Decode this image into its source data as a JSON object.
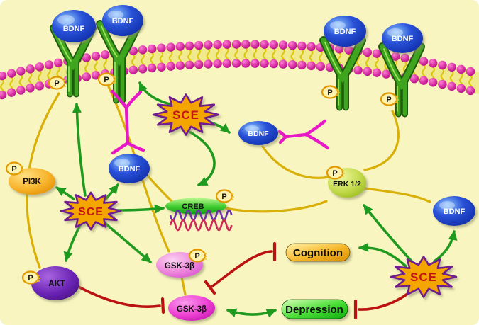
{
  "figure": {
    "kind": "cell-signaling pathway diagram",
    "background_color": "#f8f5c0",
    "accent_colors": {
      "activation_arrow": "#1f9a1f",
      "inhibition_line": "#bb1111",
      "pathway_line": "#d9b007",
      "membrane_head": "#cc2299",
      "membrane_tail": "#e3cf1e",
      "antibody": "#e818c8",
      "sce_fill": "#f5a500",
      "sce_border": "#6e1b8f",
      "bdnf_fill": "#2a52d8",
      "receptor_green": "#3fa51e"
    }
  },
  "labels": {
    "bdnf": "BDNF",
    "sce": "SCE",
    "pi3k": "PI3K",
    "akt": "AKT",
    "creb": "CREB",
    "erk": "ERK 1/2",
    "gsk3b": "GSK-3β",
    "cognition": "Cognition",
    "depression": "Depression",
    "phospho": "P"
  },
  "diagram": {
    "nodes": [
      {
        "id": "membrane",
        "type": "lipid-bilayer"
      },
      {
        "id": "trkb-1",
        "type": "receptor",
        "phosphorylated": true
      },
      {
        "id": "trkb-2",
        "type": "receptor",
        "phosphorylated": true
      },
      {
        "id": "trkb-3",
        "type": "receptor",
        "phosphorylated": true
      },
      {
        "id": "trkb-4",
        "type": "receptor",
        "phosphorylated": true
      },
      {
        "id": "bdnf-on-trkb-1",
        "label": "BDNF"
      },
      {
        "id": "bdnf-on-trkb-2",
        "label": "BDNF"
      },
      {
        "id": "bdnf-on-trkb-3",
        "label": "BDNF"
      },
      {
        "id": "bdnf-on-trkb-4",
        "label": "BDNF"
      },
      {
        "id": "bdnf-free-left",
        "label": "BDNF"
      },
      {
        "id": "bdnf-free-mid",
        "label": "BDNF"
      },
      {
        "id": "bdnf-free-right",
        "label": "BDNF"
      },
      {
        "id": "antibody-vertical",
        "type": "antibody"
      },
      {
        "id": "antibody-sideways",
        "type": "antibody"
      },
      {
        "id": "sce-top",
        "label": "SCE"
      },
      {
        "id": "sce-mid",
        "label": "SCE"
      },
      {
        "id": "sce-bottom",
        "label": "SCE"
      },
      {
        "id": "pi3k",
        "label": "PI3K",
        "phosphorylated": true
      },
      {
        "id": "akt",
        "label": "AKT",
        "phosphorylated": true
      },
      {
        "id": "creb",
        "label": "CREB",
        "phosphorylated": true,
        "bound_to": "DNA"
      },
      {
        "id": "erk12",
        "label": "ERK 1/2",
        "phosphorylated": true
      },
      {
        "id": "gsk3b-phospho",
        "label": "GSK-3β",
        "phosphorylated": true
      },
      {
        "id": "gsk3b-active",
        "label": "GSK-3β",
        "phosphorylated": false
      },
      {
        "id": "cognition",
        "label": "Cognition"
      },
      {
        "id": "depression",
        "label": "Depression"
      }
    ],
    "edges": [
      {
        "from": "sce-top",
        "to": "trkb-2",
        "type": "activation"
      },
      {
        "from": "sce-top",
        "to": "bdnf-free-mid",
        "type": "activation"
      },
      {
        "from": "sce-top",
        "to": "creb",
        "type": "activation"
      },
      {
        "from": "sce-mid",
        "to": "pi3k",
        "type": "activation"
      },
      {
        "from": "sce-mid",
        "to": "bdnf-free-left",
        "type": "activation"
      },
      {
        "from": "sce-mid",
        "to": "creb",
        "type": "activation"
      },
      {
        "from": "sce-mid",
        "to": "akt",
        "type": "activation"
      },
      {
        "from": "sce-mid",
        "to": "gsk3b-phospho",
        "type": "activation"
      },
      {
        "from": "sce-mid",
        "to": "trkb-1",
        "type": "activation"
      },
      {
        "from": "sce-bottom",
        "to": "erk12",
        "type": "activation"
      },
      {
        "from": "sce-bottom",
        "to": "cognition",
        "type": "activation"
      },
      {
        "from": "sce-bottom",
        "to": "bdnf-free-right",
        "type": "activation"
      },
      {
        "from": "gsk3b-active",
        "to": "depression",
        "type": "activation-double-headed"
      },
      {
        "from": "akt",
        "to": "gsk3b-active",
        "type": "inhibition"
      },
      {
        "from": "gsk3b-active",
        "to": "cognition",
        "type": "inhibition-both-ends"
      },
      {
        "from": "sce-bottom",
        "to": "depression",
        "type": "inhibition"
      },
      {
        "from": "trkb-1",
        "to": "akt",
        "type": "pathway"
      },
      {
        "from": "trkb-2",
        "to": "gsk3b-phospho",
        "type": "pathway"
      },
      {
        "from": "bdnf-free-left",
        "to": "creb",
        "type": "pathway"
      },
      {
        "from": "bdnf-free-mid",
        "to": "erk12",
        "type": "pathway"
      },
      {
        "from": "creb",
        "to": "erk12",
        "type": "pathway"
      },
      {
        "from": "trkb-4",
        "to": "erk12",
        "type": "pathway"
      },
      {
        "from": "erk12",
        "to": "bdnf-free-right",
        "type": "pathway"
      },
      {
        "from": "gsk3b-phospho",
        "to": "gsk3b-active",
        "type": "pathway"
      }
    ]
  }
}
